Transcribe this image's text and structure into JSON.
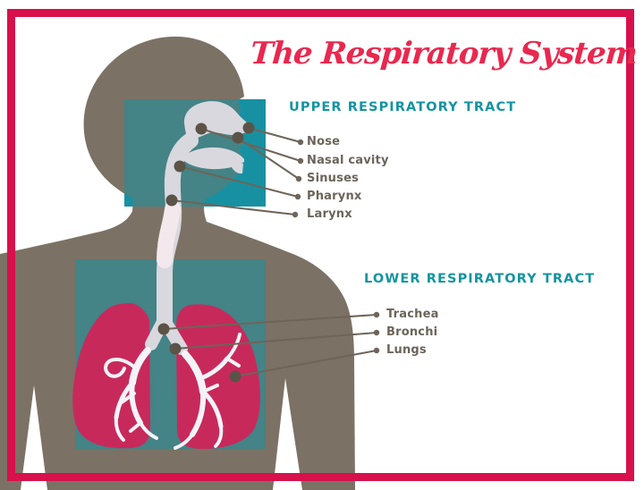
{
  "title": "The Respiratory System",
  "sections": {
    "upper": {
      "heading": "UPPER RESPIRATORY TRACT",
      "labels": [
        "Nose",
        "Nasal cavity",
        "Sinuses",
        "Pharynx",
        "Larynx"
      ]
    },
    "lower": {
      "heading": "LOWER RESPIRATORY TRACT",
      "labels": [
        "Trachea",
        "Bronchi",
        "Lungs"
      ]
    }
  },
  "colors": {
    "background": "#ffffff",
    "accent_crimson": "#d8104c",
    "title_pink": "#e9284f",
    "teal_bright": "#1791a2",
    "teal_heading": "#1494a1",
    "body_taupe": "#7b7265",
    "label_text": "#6b6459",
    "lung_crimson": "#c8295b",
    "airway_gray": "#d9d8de",
    "airway_neck_pink": "#f3e9ec",
    "bronchi_white": "#f4f3f7",
    "connector_line": "#6e6459",
    "anchor_dot": "#5c5348"
  }
}
